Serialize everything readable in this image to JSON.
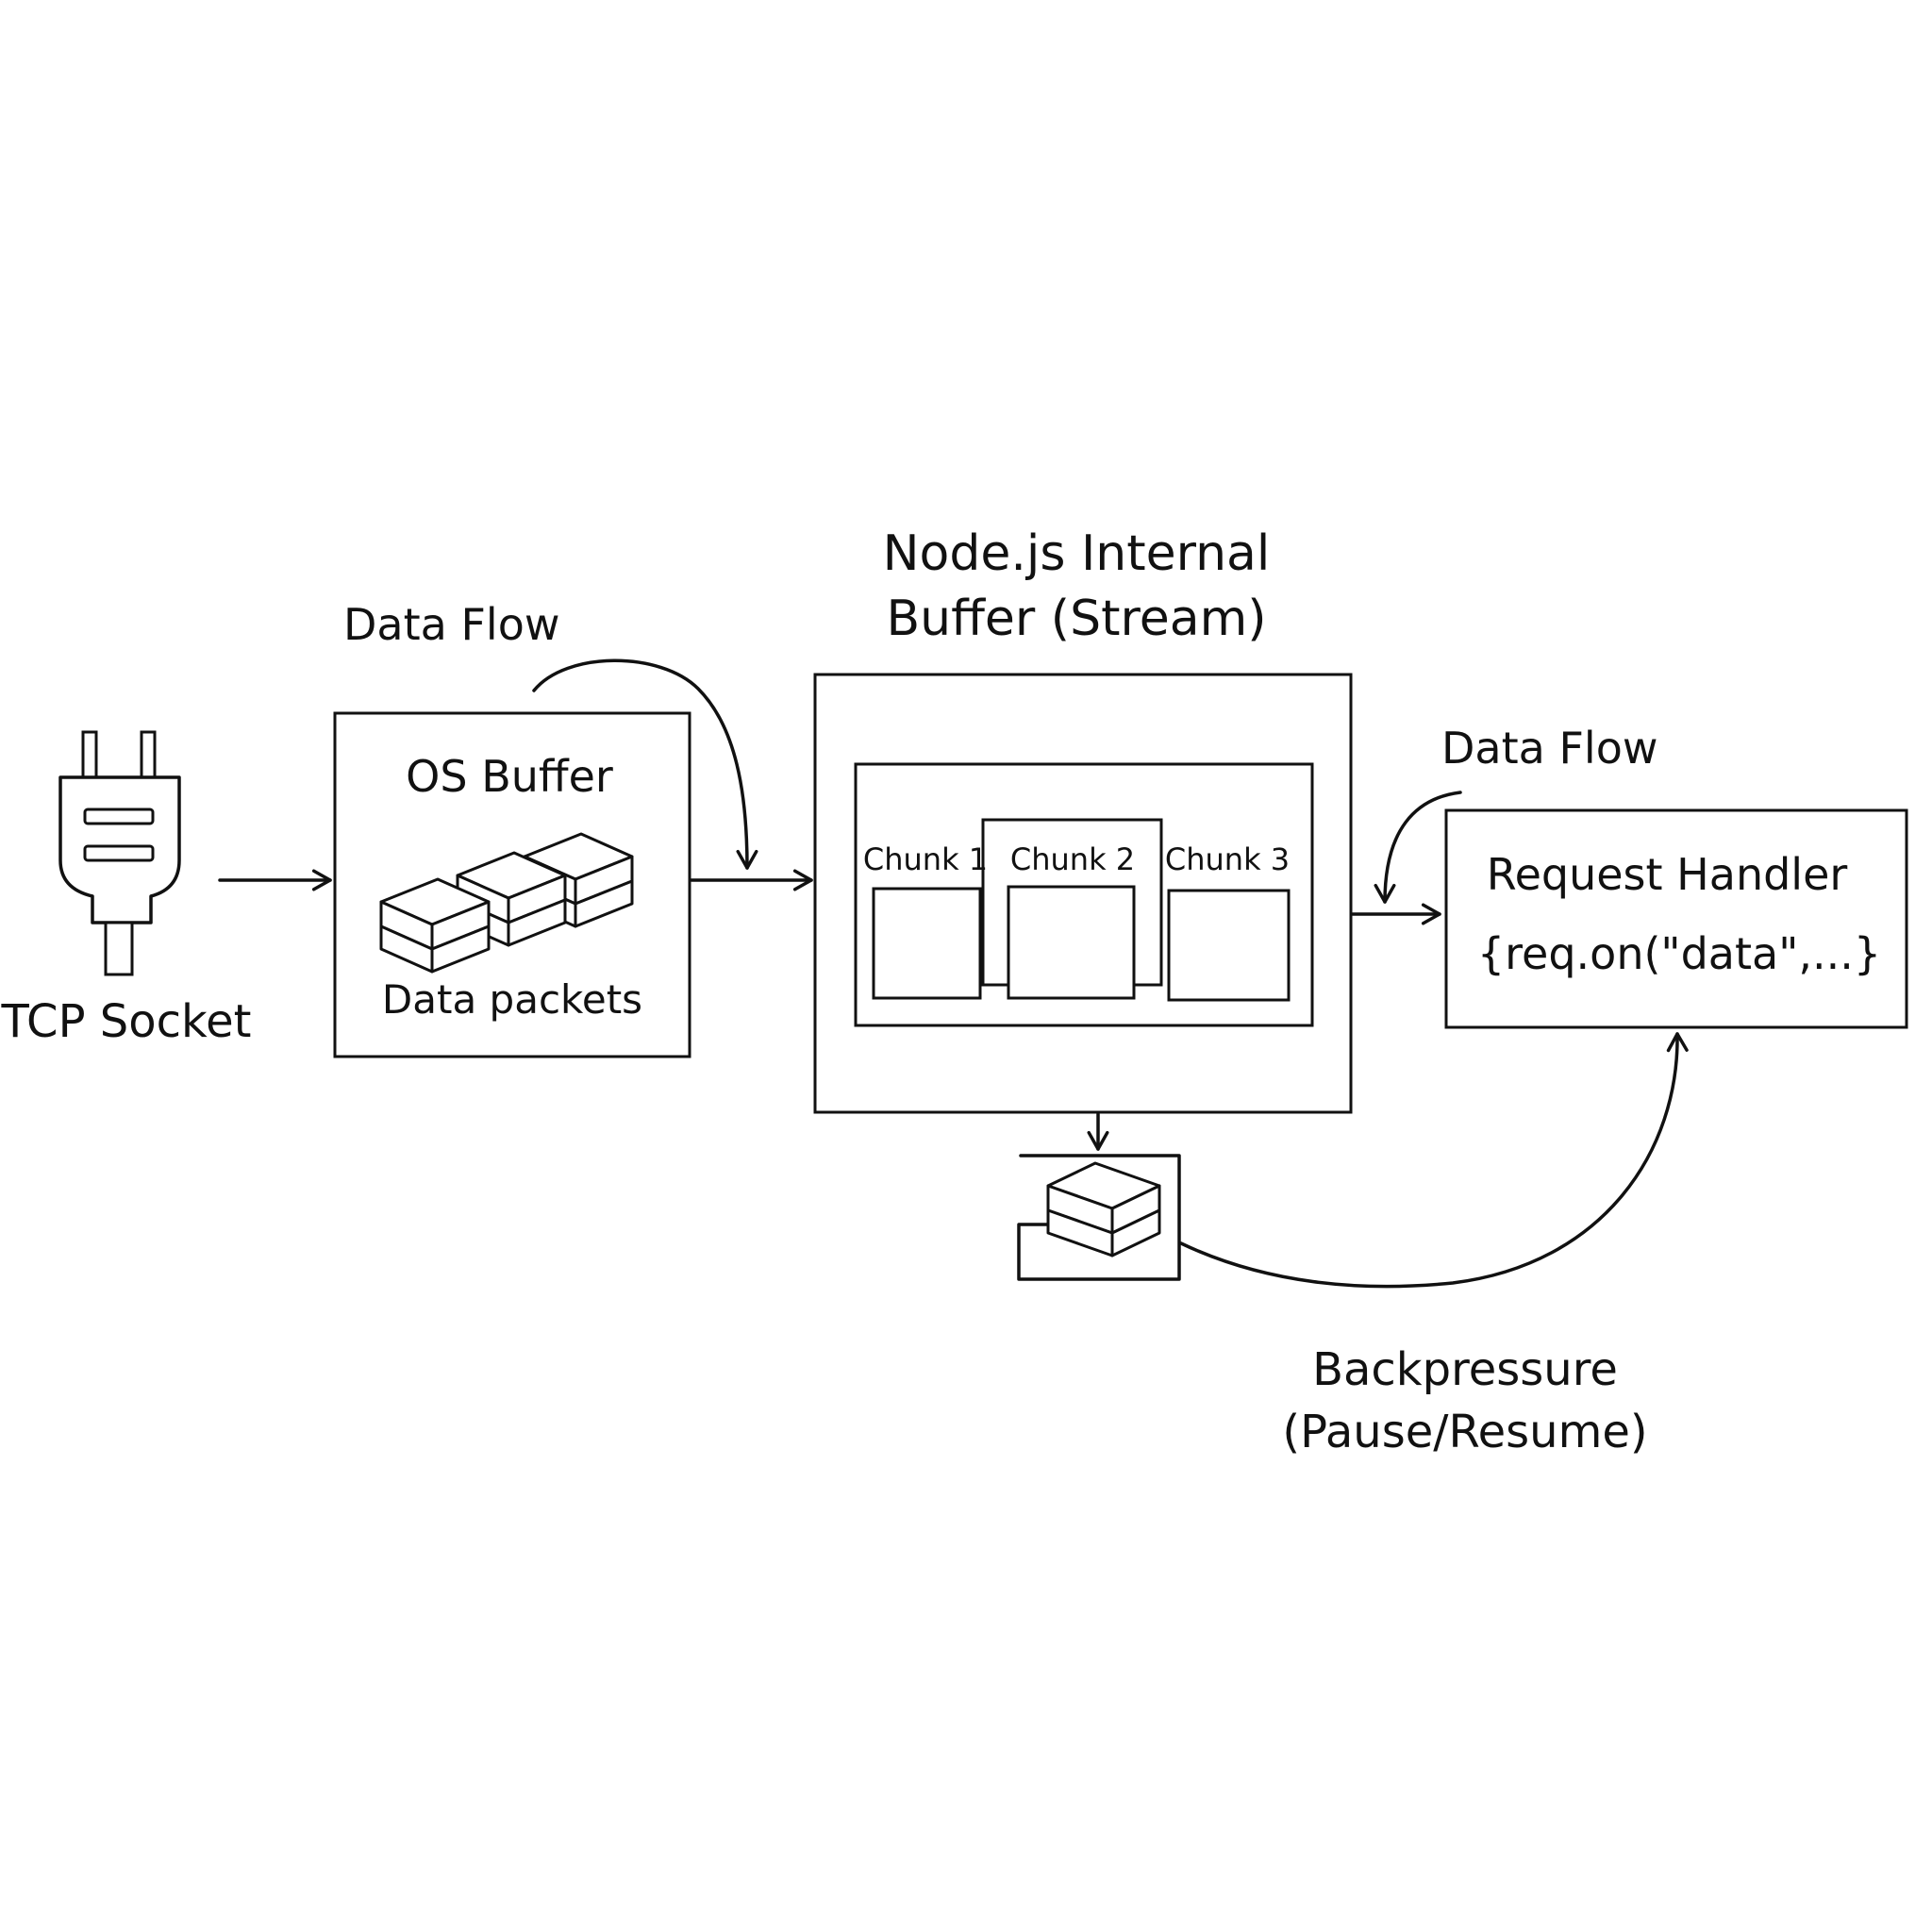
{
  "socket": {
    "label": "TCP Socket",
    "icon": "plug-icon"
  },
  "os_buffer": {
    "title": "OS Buffer",
    "caption": "Data packets",
    "flow_label": "Data Flow"
  },
  "node_buffer": {
    "title_line1": "Node.js Internal",
    "title_line2": "Buffer (Stream)",
    "chunks": [
      "Chunk 1",
      "Chunk 2",
      "Chunk 3"
    ]
  },
  "handler": {
    "title": "Request Handler",
    "code": "{req.on(\"data\",...}",
    "flow_label": "Data Flow"
  },
  "backpressure": {
    "line1": "Backpressure",
    "line2": "(Pause/Resume)"
  },
  "colors": {
    "ink": "#111111",
    "background": "#ffffff"
  }
}
